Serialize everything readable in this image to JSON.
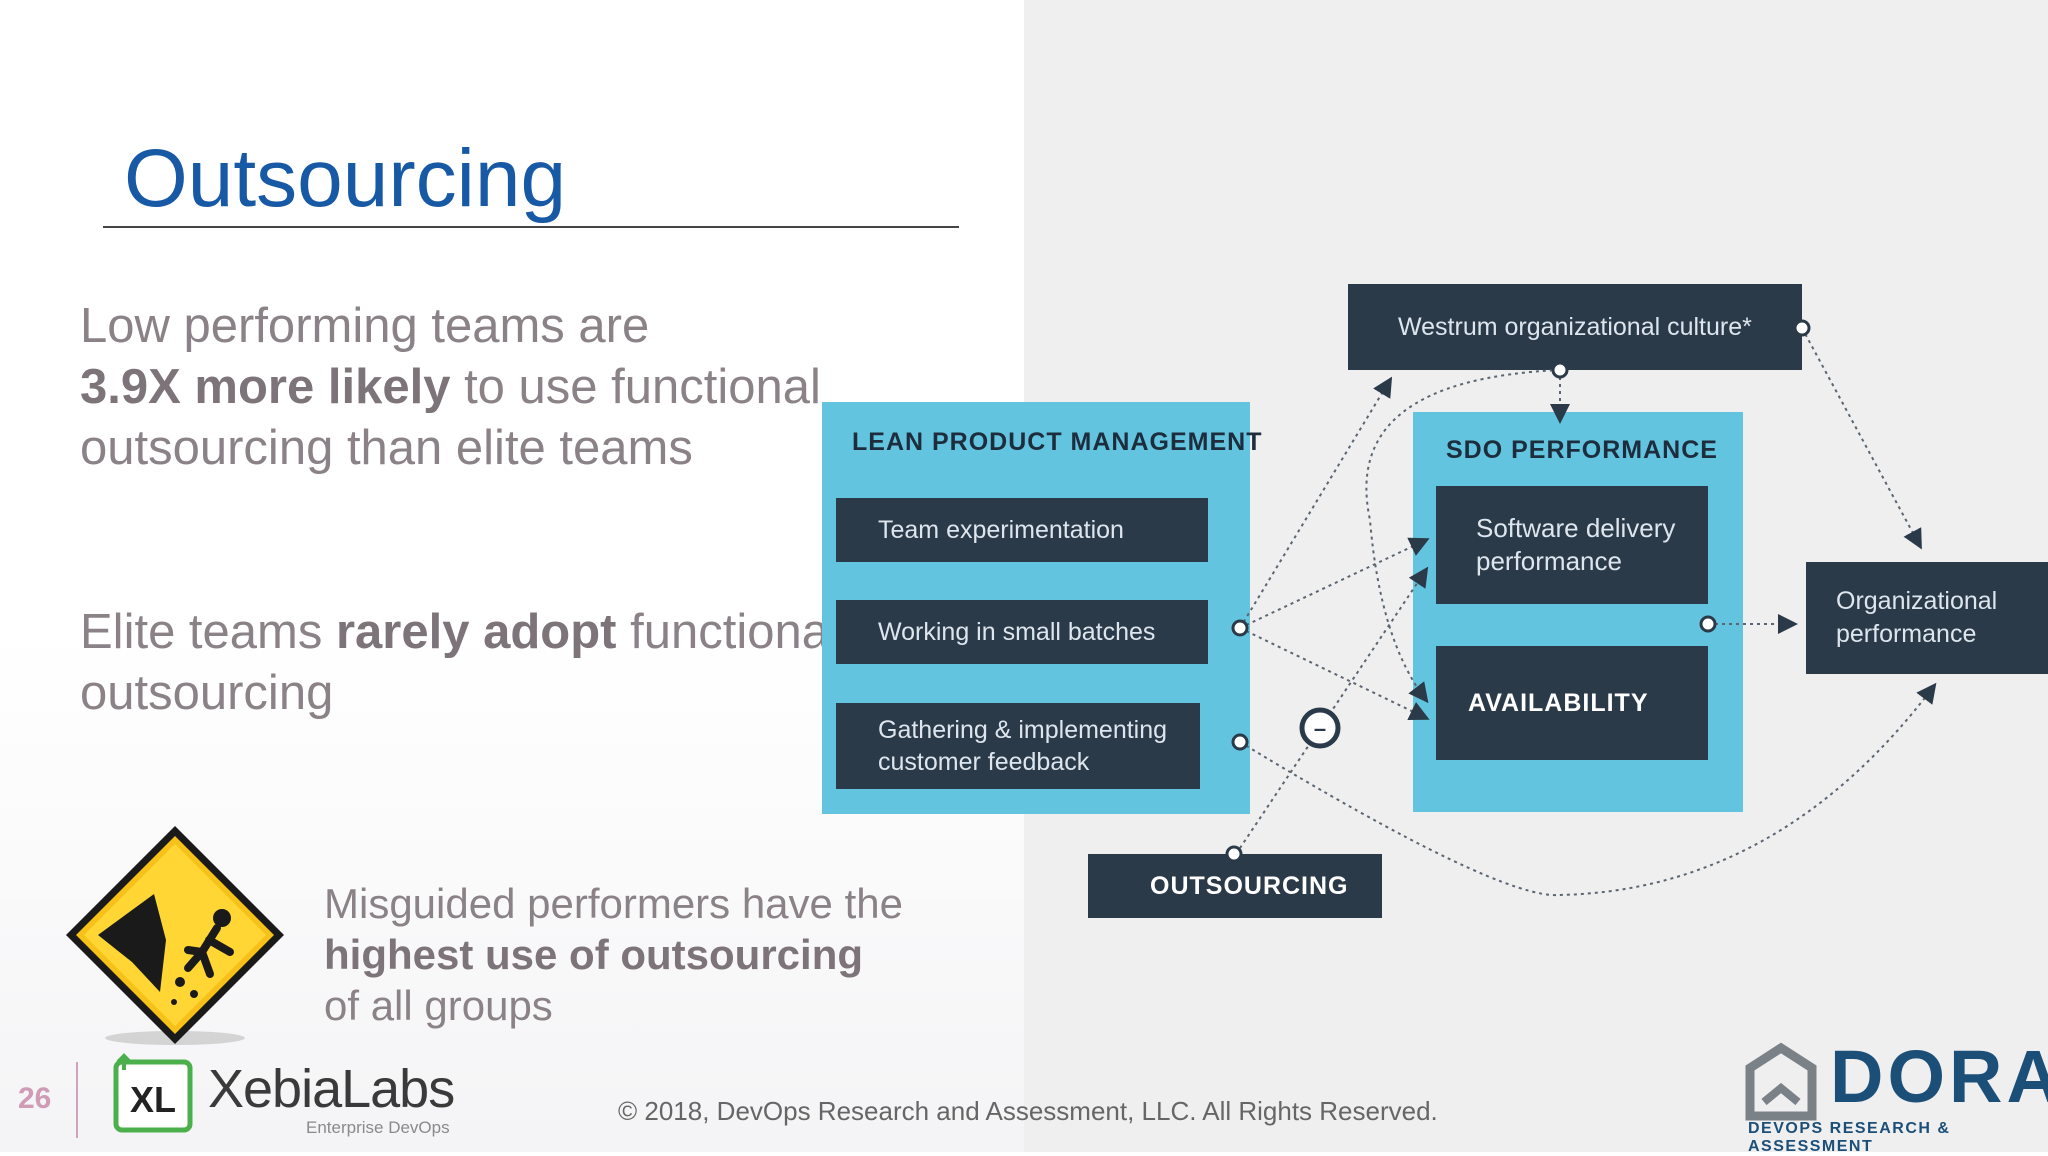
{
  "slide": {
    "title": "Outsourcing",
    "page_number": "26",
    "copyright": "© 2018, DevOps Research and Assessment, LLC. All Rights Reserved."
  },
  "para1": {
    "line1": "Low performing teams are",
    "bold": "3.9X more likely",
    "rest": " to use functional outsourcing than elite teams"
  },
  "para2": {
    "intro": "Elite teams ",
    "bold": "rarely adopt",
    "rest": " functional outsourcing"
  },
  "misguided": {
    "line1": "Misguided performers have the",
    "bold": "highest use of outsourcing",
    "line3": "of all groups"
  },
  "logos": {
    "xebia_mark": "XL",
    "xebia_name": "XebiaLabs",
    "xebia_tagline": "Enterprise DevOps",
    "dora_name": "DORA",
    "dora_tagline": "DEVOPS RESEARCH & ASSESSMENT"
  },
  "diagram": {
    "lpm_heading": "LEAN PRODUCT MANAGEMENT",
    "lpm_items": [
      "Team experimentation",
      "Working in small batches",
      "Gathering & implementing customer feedback"
    ],
    "sdo_heading": "SDO PERFORMANCE",
    "sdo_software": "Software delivery performance",
    "sdo_availability": "AVAILABILITY",
    "westrum": "Westrum organizational culture*",
    "org_performance": "Organizational performance",
    "outsourcing": "OUTSOURCING",
    "negative_marker": "–"
  },
  "colors": {
    "title_blue": "#1859a6",
    "group_cyan": "#62c4df",
    "box_dark": "#2b3a49",
    "body_grey": "#8a8287",
    "dora_blue": "#1c4f78",
    "xebia_green": "#4bb04b"
  }
}
